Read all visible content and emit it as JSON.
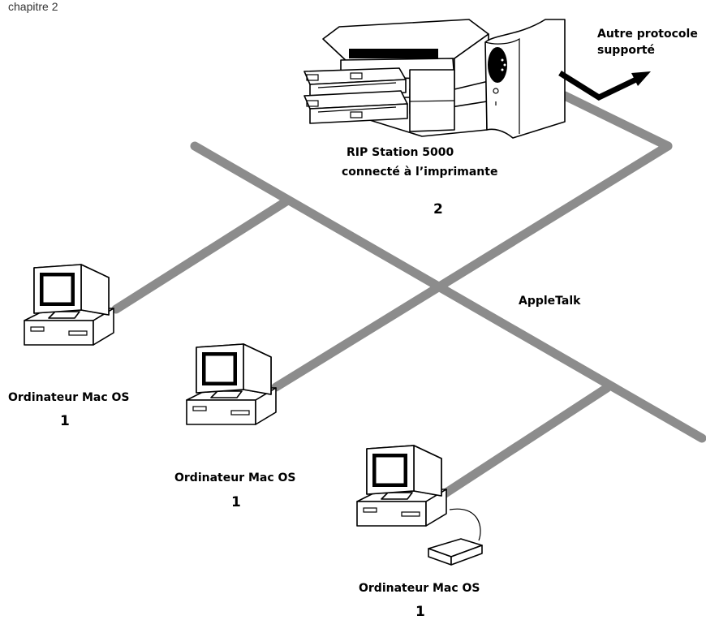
{
  "header": {
    "section": "chapitre 2"
  },
  "printer": {
    "label_line1": "RIP Station 5000",
    "label_line2": "connecté à l’imprimante",
    "number": "2"
  },
  "other_protocol": {
    "line1": "Autre protocole",
    "line2": "supporté"
  },
  "network": {
    "label": "AppleTalk"
  },
  "computers": [
    {
      "label": "Ordinateur Mac OS",
      "number": "1"
    },
    {
      "label": "Ordinateur Mac OS",
      "number": "1"
    },
    {
      "label": "Ordinateur Mac OS",
      "number": "1"
    }
  ],
  "colors": {
    "cable": "#8c8c8c",
    "outline": "#000000",
    "background": "#ffffff"
  },
  "icons": [
    "printer-icon",
    "rip-station-icon",
    "computer-icon",
    "arrow-icon",
    "external-drive-icon"
  ]
}
